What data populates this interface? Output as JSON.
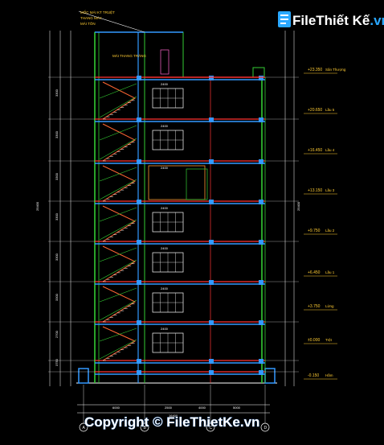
{
  "logo": {
    "text": "FileThiết Kế",
    "suffix": ".vn"
  },
  "copyright": "Copyright © FileThietKe.vn",
  "top_note": {
    "line1": "MỐC MÁI KT TRUỆT",
    "line2": "THANG MÁY",
    "line3": "MÁI TÔN"
  },
  "roof_note": "MÁI THANG TRÁNG",
  "levels": [
    {
      "elev": "+23.350",
      "name": "Sân Thượng"
    },
    {
      "elev": "+20.650",
      "name": "Lầu 5"
    },
    {
      "elev": "+16.450",
      "name": "Lầu 4"
    },
    {
      "elev": "+13.150",
      "name": "Lầu 3"
    },
    {
      "elev": "+9.750",
      "name": "Lầu 2"
    },
    {
      "elev": "+6.450",
      "name": "Lầu 1"
    },
    {
      "elev": "+3.750",
      "name": "Lửng"
    },
    {
      "elev": "±0.000",
      "name": "Trệt"
    },
    {
      "elev": "-0.150",
      "name": "Hầm"
    }
  ],
  "bottom_dims": [
    "6000",
    "2500",
    "4000",
    "5000"
  ],
  "overall_dim": "16400",
  "grid_labels": [
    "A",
    "B",
    "C",
    "D"
  ],
  "left_overall_dim": "25400",
  "right_overall_dim": "25400",
  "floor_dims": [
    "3300",
    "3300",
    "3300",
    "3300",
    "3300",
    "3300",
    "2700",
    "3750",
    "150"
  ],
  "window_dims": [
    "2400",
    "2400",
    "2400",
    "2400",
    "2400",
    "2400",
    "2400"
  ]
}
